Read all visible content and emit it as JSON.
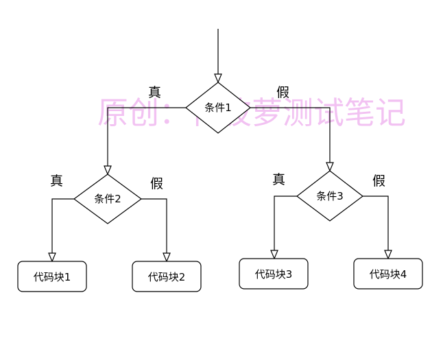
{
  "nodes": {
    "cond1": "条件1",
    "cond2": "条件2",
    "cond3": "条件3",
    "block1": "代码块1",
    "block2": "代码块2",
    "block3": "代码块3",
    "block4": "代码块4"
  },
  "edge_labels": {
    "cond1_true": "真",
    "cond1_false": "假",
    "cond2_true": "真",
    "cond2_false": "假",
    "cond3_true": "真",
    "cond3_false": "假"
  },
  "watermark": "原创：代波萝测试笔记",
  "colors": {
    "line": "#000000",
    "watermark": "#f0b8f0",
    "background": "#ffffff"
  }
}
